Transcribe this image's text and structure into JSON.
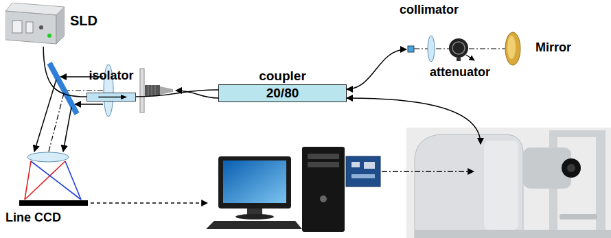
{
  "diagram": {
    "nodes": [
      {
        "text": [
          "SLD"
        ]
      },
      {
        "text": [
          "isolator"
        ]
      },
      {
        "text": [
          "coupler",
          "20/80"
        ]
      }
    ],
    "edges": [
      {
        "from": 0,
        "to": 1,
        "arrow": "none"
      },
      {
        "from": 1,
        "to": 2,
        "arrow": "none"
      }
    ],
    "labels": [
      "collimator",
      "attenuator",
      "Mirror",
      "Line CCD"
    ]
  }
}
